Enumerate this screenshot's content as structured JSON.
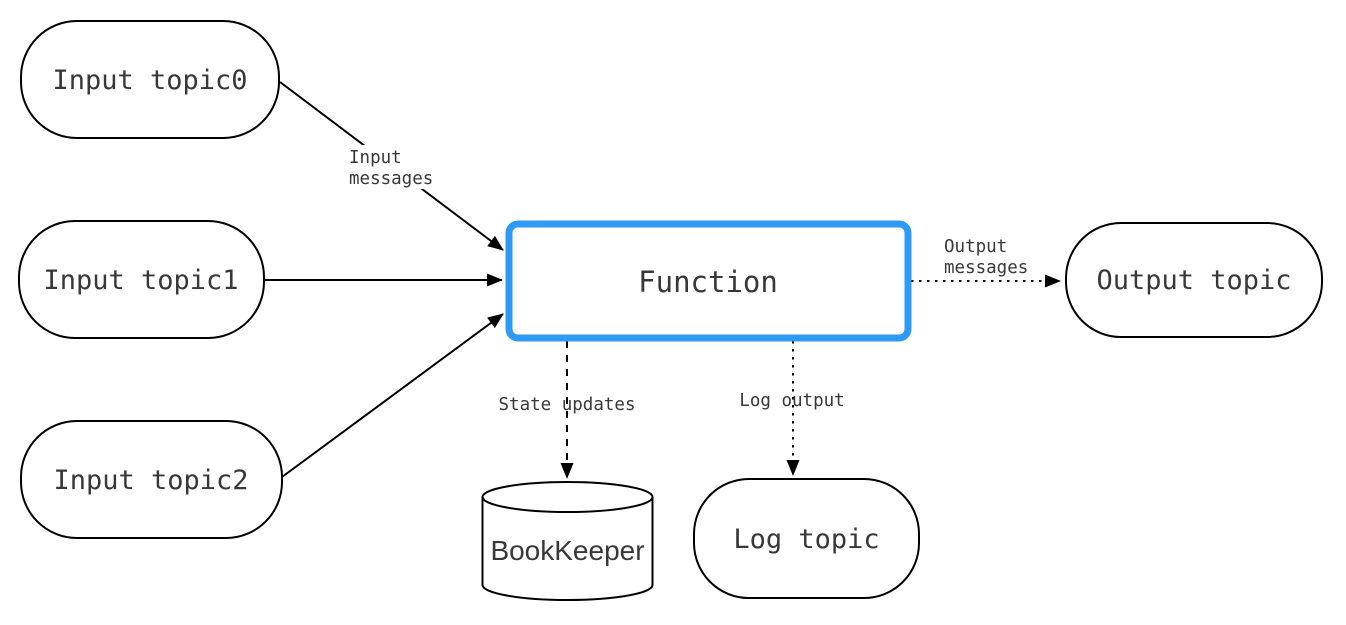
{
  "diagram": {
    "colors": {
      "function_border": "#2D9BF5",
      "line": "#000000",
      "text": "#383838",
      "node_fill": "#ffffff"
    },
    "nodes": {
      "input_topic0": {
        "label": "Input topic0"
      },
      "input_topic1": {
        "label": "Input topic1"
      },
      "input_topic2": {
        "label": "Input topic2"
      },
      "function": {
        "label": "Function"
      },
      "output_topic": {
        "label": "Output topic"
      },
      "bookkeeper": {
        "label": "BookKeeper"
      },
      "log_topic": {
        "label": "Log topic"
      }
    },
    "edge_labels": {
      "input_messages": {
        "line1": "Input",
        "line2": "messages"
      },
      "output_messages": {
        "line1": "Output",
        "line2": "messages"
      },
      "state_updates": {
        "label": "State updates"
      },
      "log_output": {
        "label": "Log output"
      }
    }
  }
}
